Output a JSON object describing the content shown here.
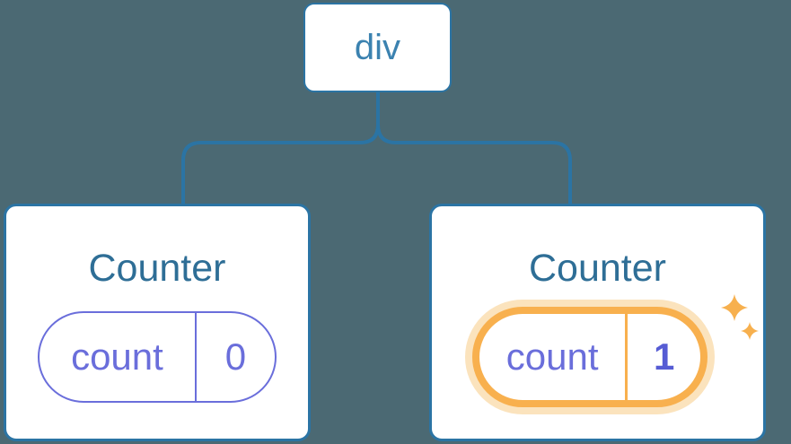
{
  "diagram": {
    "description": "React component tree showing a div root with two Counter children; the second Counter's state is highlighted as updated",
    "root": {
      "label": "div"
    },
    "children": [
      {
        "title": "Counter",
        "state_key": "count",
        "state_value": "0",
        "highlighted": false
      },
      {
        "title": "Counter",
        "state_key": "count",
        "state_value": "1",
        "highlighted": true
      }
    ]
  },
  "colors": {
    "background": "#4b6973",
    "connector_blue": "#2b74a4",
    "root_label_blue": "#3b82b0",
    "title_blue": "#2e6e96",
    "state_purple": "#6a6edb",
    "state_value_bold_purple": "#565cd4",
    "highlight_orange": "#f8b04e",
    "highlight_halo_orange": "#fbe3bd",
    "card_background": "#ffffff"
  },
  "icons": {
    "sparkle_large": "four-pointed-star",
    "sparkle_small": "four-pointed-star"
  }
}
